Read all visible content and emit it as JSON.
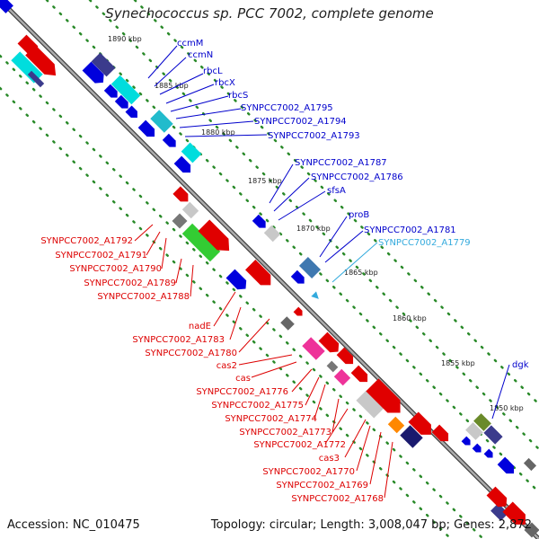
{
  "title": "Synechococcus sp. PCC 7002, complete genome",
  "footer": {
    "accession": "Accession: NC_010475",
    "summary": "Topology: circular; Length: 3,008,047 bp; Genes: 2,872"
  },
  "colors": {
    "backbone": "#808080",
    "forward": "#e00000",
    "reverse": "#0000dd",
    "highlight_label": "#33aadd",
    "grid": "#2a8a2a"
  },
  "scale_ticks": [
    "1890 kbp",
    "1885 kbp",
    "1880 kbp",
    "1875 kbp",
    "1870 kbp",
    "1865 kbp",
    "1860 kbp",
    "1855 kbp",
    "1850 kbp"
  ],
  "reverse_genes": [
    "ccmM",
    "ccmN",
    "rbcL",
    "rbcX",
    "rbcS",
    "SYNPCC7002_A1795",
    "SYNPCC7002_A1794",
    "SYNPCC7002_A1793",
    "SYNPCC7002_A1787",
    "SYNPCC7002_A1786",
    "sfsA",
    "proB",
    "SYNPCC7002_A1781",
    "SYNPCC7002_A1779",
    "dgk"
  ],
  "forward_genes": [
    "SYNPCC7002_A1792",
    "SYNPCC7002_A1791",
    "SYNPCC7002_A1790",
    "SYNPCC7002_A1789",
    "SYNPCC7002_A1788",
    "nadE",
    "SYNPCC7002_A1783",
    "SYNPCC7002_A1780",
    "cas2",
    "cas",
    "SYNPCC7002_A1776",
    "SYNPCC7002_A1775",
    "SYNPCC7002_A1774",
    "SYNPCC7002_A1773",
    "SYNPCC7002_A1772",
    "cas3",
    "SYNPCC7002_A1770",
    "SYNPCC7002_A1769",
    "SYNPCC7002_A1768"
  ]
}
